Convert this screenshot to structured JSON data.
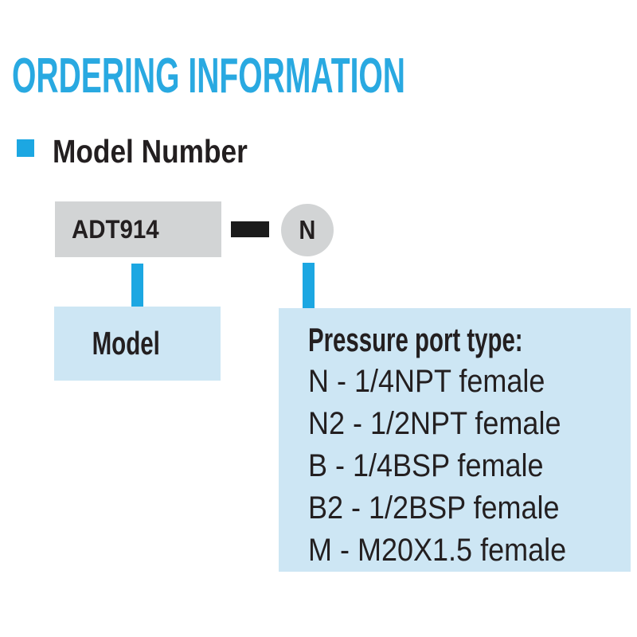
{
  "page": {
    "title": "ORDERING INFORMATION",
    "section_heading": "Model Number"
  },
  "diagram": {
    "model_code": "ADT914",
    "port_code": "N",
    "model_label": "Model",
    "port_panel": {
      "heading": "Pressure port type:",
      "options": [
        "N - 1/4NPT female",
        "N2 - 1/2NPT female",
        "B - 1/4BSP female",
        "B2 - 1/2BSP female",
        "M - M20X1.5 female"
      ]
    }
  },
  "colors": {
    "title_blue": "#29A9E1",
    "accent_cyan": "#1CA7E2",
    "panel_light_blue": "#CDE6F4",
    "box_gray": "#D2D4D5",
    "dash_black": "#1B1B1B",
    "text_black": "#231F20"
  }
}
